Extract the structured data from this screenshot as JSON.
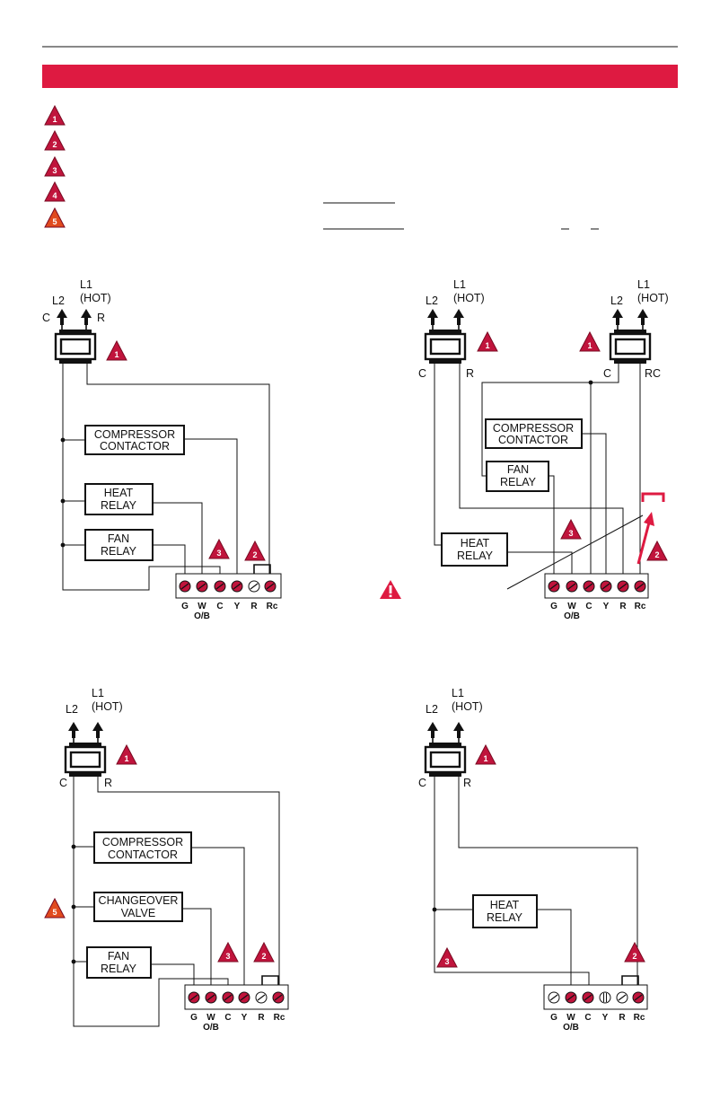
{
  "colors": {
    "header_band": "#de1a41",
    "terminal_red": "#c0143c",
    "accent": "#de1a41"
  },
  "legend": [
    {
      "num": "1",
      "color": "#c0143c"
    },
    {
      "num": "2",
      "color": "#c0143c"
    },
    {
      "num": "3",
      "color": "#c0143c"
    },
    {
      "num": "4",
      "color": "#c0143c"
    },
    {
      "num": "5",
      "color": "#e04a1e"
    }
  ],
  "labels": {
    "l1": "L1",
    "l2": "L2",
    "hot": "(HOT)",
    "c": "C",
    "r": "R",
    "rc": "RC",
    "compressor_1": "COMPRESSOR",
    "compressor_2": "CONTACTOR",
    "heat_1": "HEAT",
    "heat_2": "RELAY",
    "fan_1": "FAN",
    "fan_2": "RELAY",
    "changeover_1": "CHANGEOVER",
    "changeover_2": "VALVE",
    "ob": "O/B"
  },
  "terminals": [
    "G",
    "W",
    "C",
    "Y",
    "R",
    "Rc"
  ]
}
